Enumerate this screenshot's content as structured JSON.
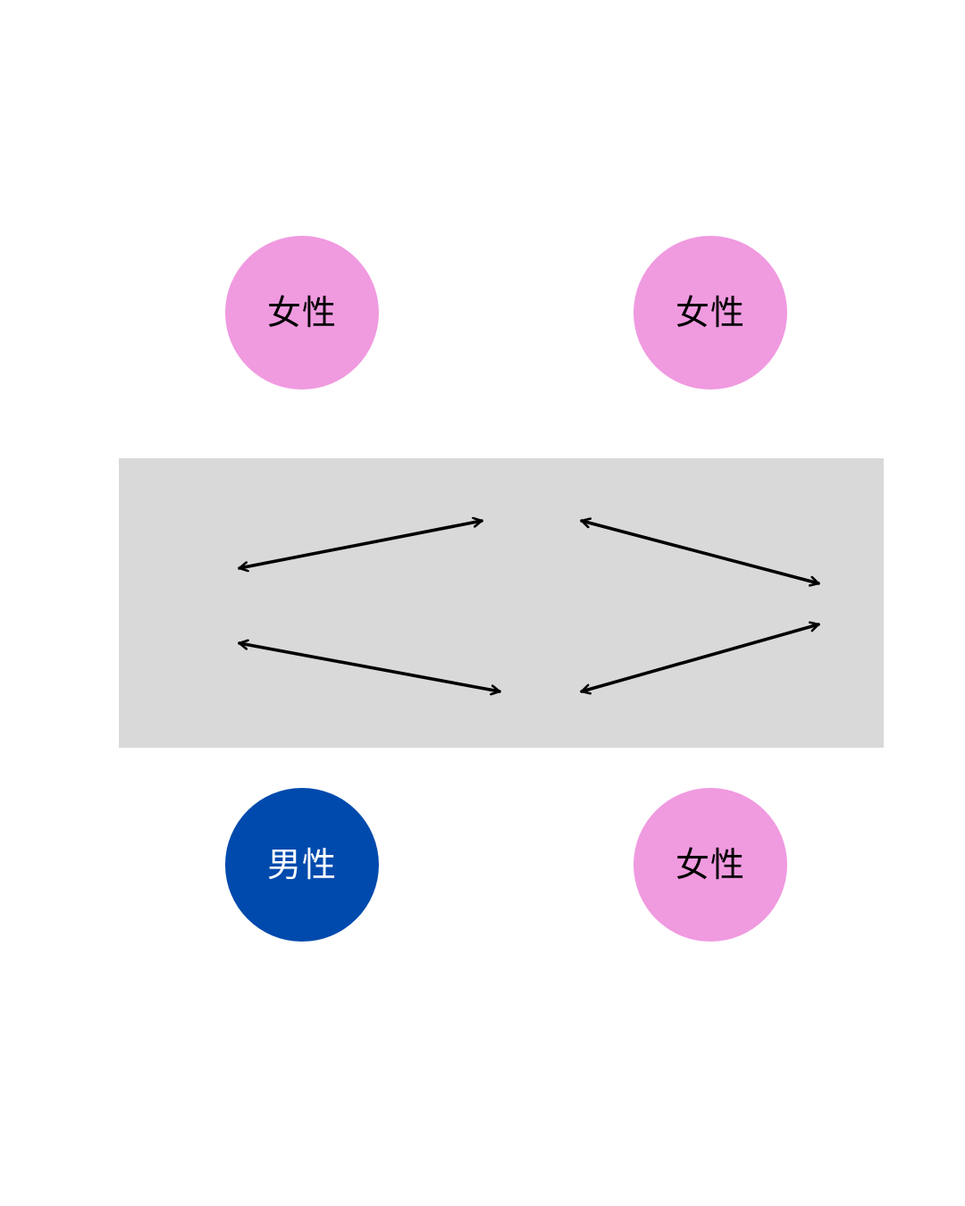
{
  "colors": {
    "female": "#f09ae0",
    "male": "#004aad",
    "female_text": "#000000",
    "male_text": "#ffffff",
    "table": "#d9d9d9",
    "arrow": "#000000"
  },
  "people": {
    "top_left": {
      "label": "女性",
      "role": "female"
    },
    "top_right": {
      "label": "女性",
      "role": "female"
    },
    "bottom_left": {
      "label": "男性",
      "role": "male"
    },
    "bottom_right": {
      "label": "女性",
      "role": "female"
    }
  }
}
